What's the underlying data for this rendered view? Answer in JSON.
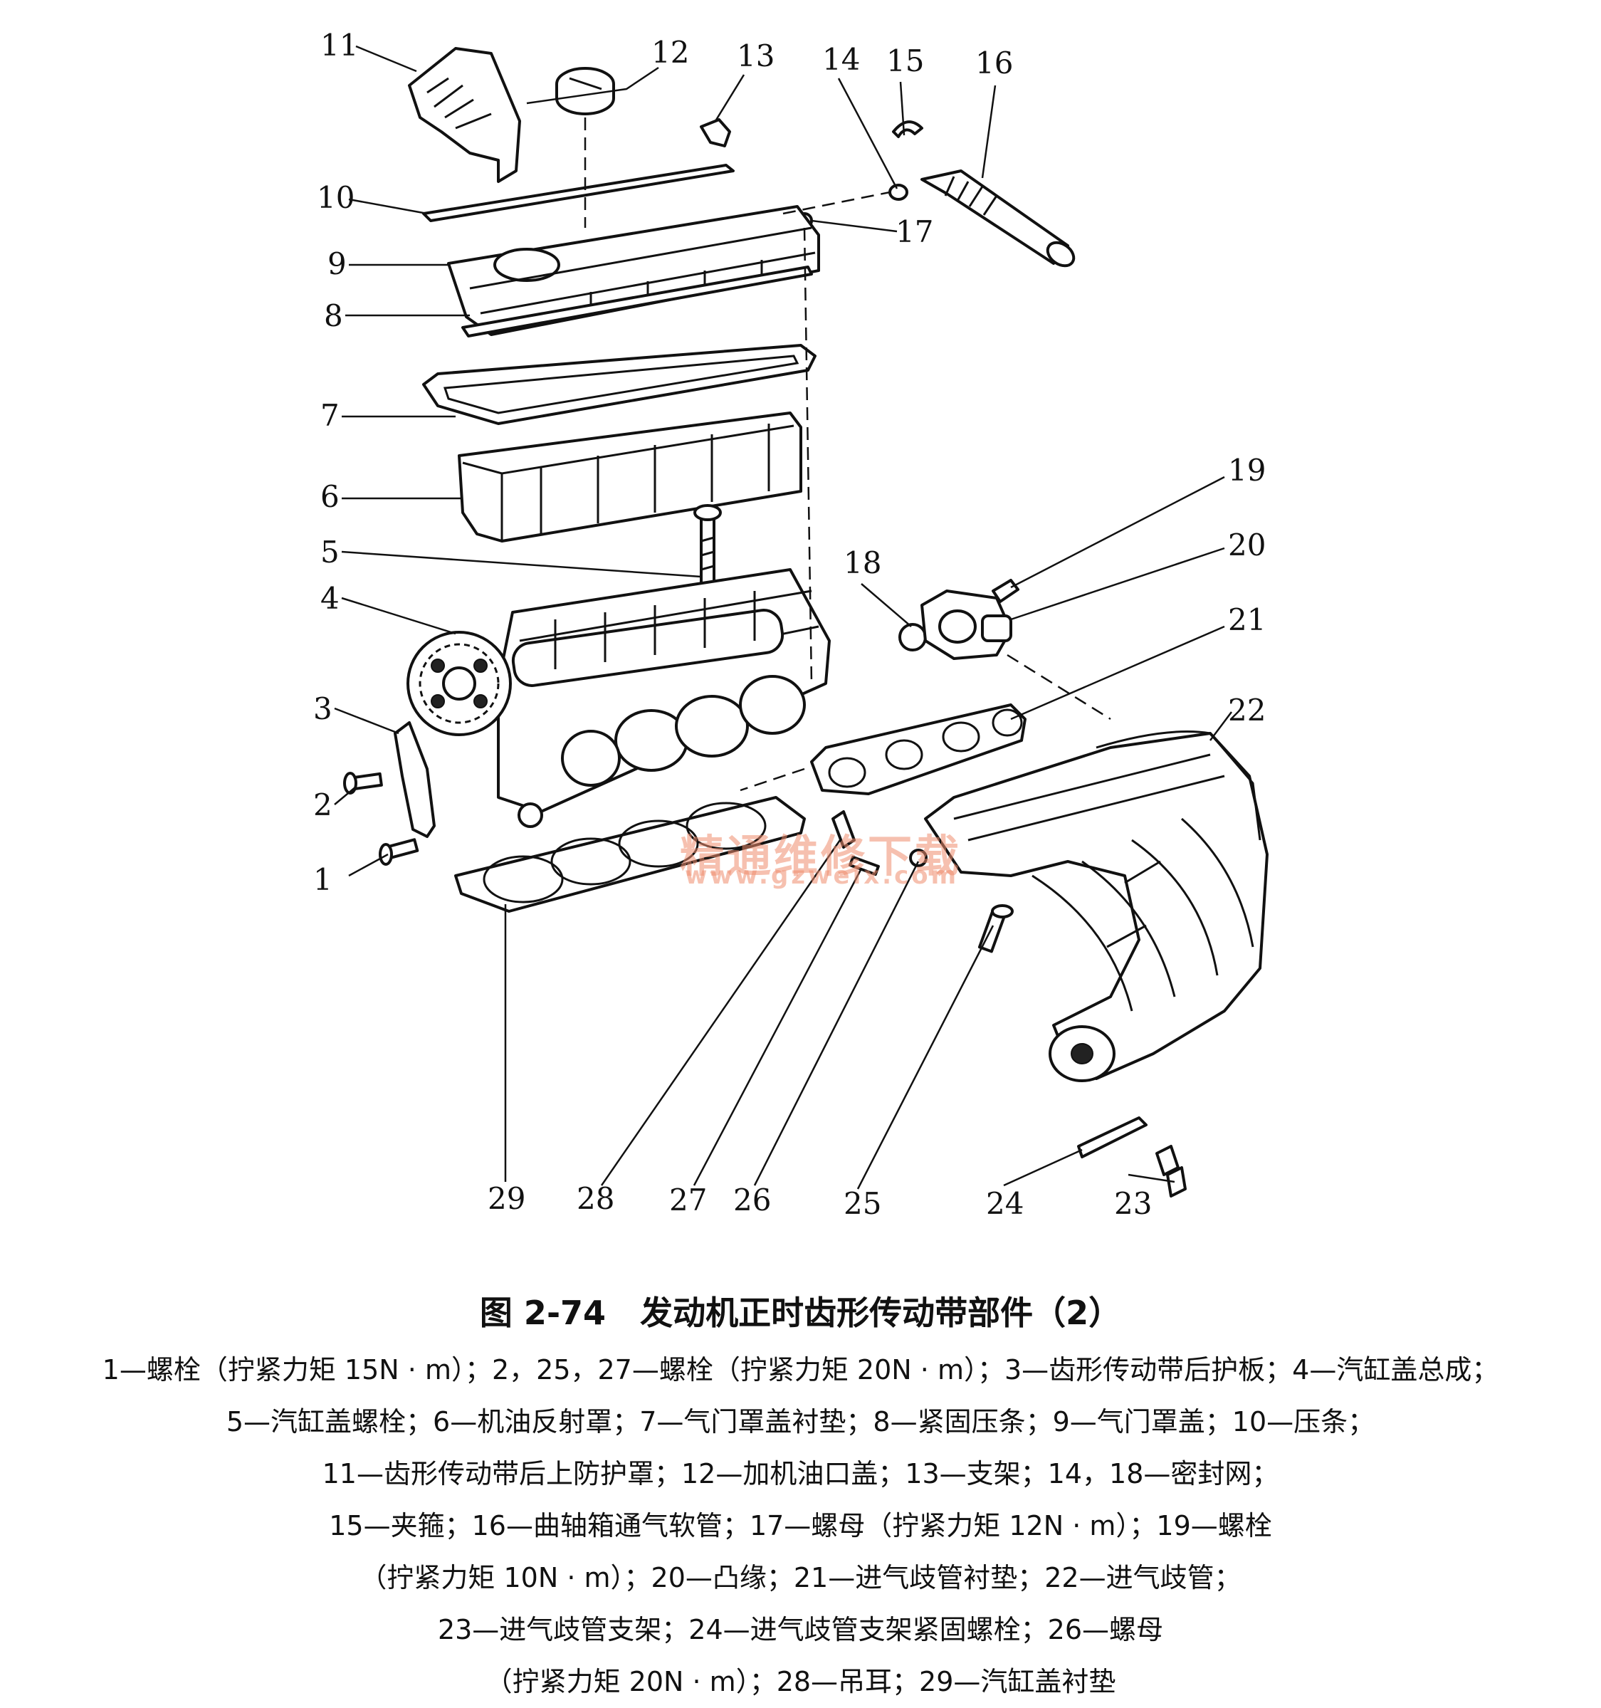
{
  "figure": {
    "number": "图 2-74",
    "title": "发动机正时齿形传动带部件（2）"
  },
  "watermark": {
    "text": "精通维修下载",
    "url": "www.gzweix.com"
  },
  "callouts": [
    "1",
    "2",
    "3",
    "4",
    "5",
    "6",
    "7",
    "8",
    "9",
    "10",
    "11",
    "12",
    "13",
    "14",
    "15",
    "16",
    "17",
    "18",
    "19",
    "20",
    "21",
    "22",
    "23",
    "24",
    "25",
    "26",
    "27",
    "28",
    "29"
  ],
  "caption_lines": [
    "1—螺栓（拧紧力矩 15N · m）；2，25，27—螺栓（拧紧力矩 20N · m）；3—齿形传动带后护板；4—汽缸盖总成；",
    "5—汽缸盖螺栓；6—机油反射罩；7—气门罩盖衬垫；8—紧固压条；9—气门罩盖；10—压条；",
    "11—齿形传动带后上防护罩；12—加机油口盖；13—支架；14，18—密封网；",
    "15—夹箍；16—曲轴箱通气软管；17—螺母（拧紧力矩 12N · m）；19—螺栓",
    "（拧紧力矩 10N · m）；20—凸缘；21—进气歧管衬垫；22—进气歧管；",
    "23—进气歧管支架；24—进气歧管支架紧固螺栓；26—螺母",
    "（拧紧力矩 20N · m）；28—吊耳；29—汽缸盖衬垫"
  ]
}
